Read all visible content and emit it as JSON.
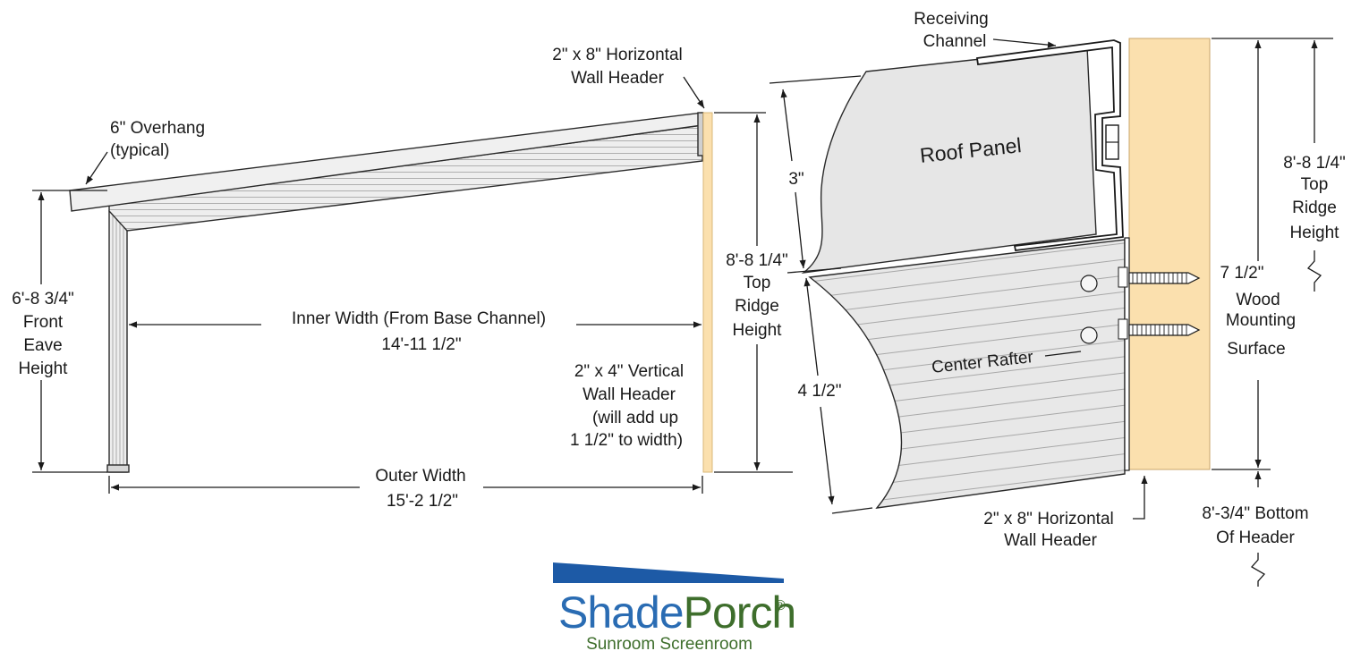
{
  "labels": {
    "overhang_1": "6\" Overhang",
    "overhang_2": "(typical)",
    "front_eave_1": "6'-8 3/4\"",
    "front_eave_2": "Front",
    "front_eave_3": "Eave",
    "front_eave_4": "Height",
    "inner_width": "Inner Width (From Base Channel)",
    "inner_width_value": "14'-11 1/2\"",
    "outer_width": "Outer Width",
    "outer_width_value": "15'-2 1/2\"",
    "horiz_header_top_1": "2\" x 8\" Horizontal",
    "horiz_header_top_2": "Wall Header",
    "vert_header_1": "2\" x 4\" Vertical",
    "vert_header_2": "Wall Header",
    "vert_header_3": "(will add up",
    "vert_header_4": "1 1/2\" to width)",
    "mid_ridge_1": "8'-8 1/4\"",
    "mid_ridge_2": "Top",
    "mid_ridge_3": "Ridge",
    "mid_ridge_4": "Height",
    "receiving_1": "Receiving",
    "receiving_2": "Channel",
    "roof_panel": "Roof Panel",
    "center_rafter": "Center Rafter",
    "dim_3in": "3\"",
    "dim_4half": "4 1/2\"",
    "wood_1": "7 1/2\"",
    "wood_2": "Wood",
    "wood_3": "Mounting",
    "wood_4": "Surface",
    "right_ridge_1": "8'-8 1/4\"",
    "right_ridge_2": "Top",
    "right_ridge_3": "Ridge",
    "right_ridge_4": "Height",
    "horiz_header_bottom_1": "2\" x 8\" Horizontal",
    "horiz_header_bottom_2": "Wall Header",
    "bottom_header_1": "8'-3/4\" Bottom",
    "bottom_header_2": "Of Header"
  },
  "logo": {
    "word_1": "Shade",
    "word_2": "Porch",
    "mark": "®",
    "tagline": "Sunroom Screenroom"
  },
  "colors": {
    "wood": "#fbe0ae",
    "panel_gray": "#e6e6e6",
    "logo_blue": "#2a6cb3",
    "logo_green": "#3e6e2c",
    "logo_bar": "#1d5aa6"
  }
}
